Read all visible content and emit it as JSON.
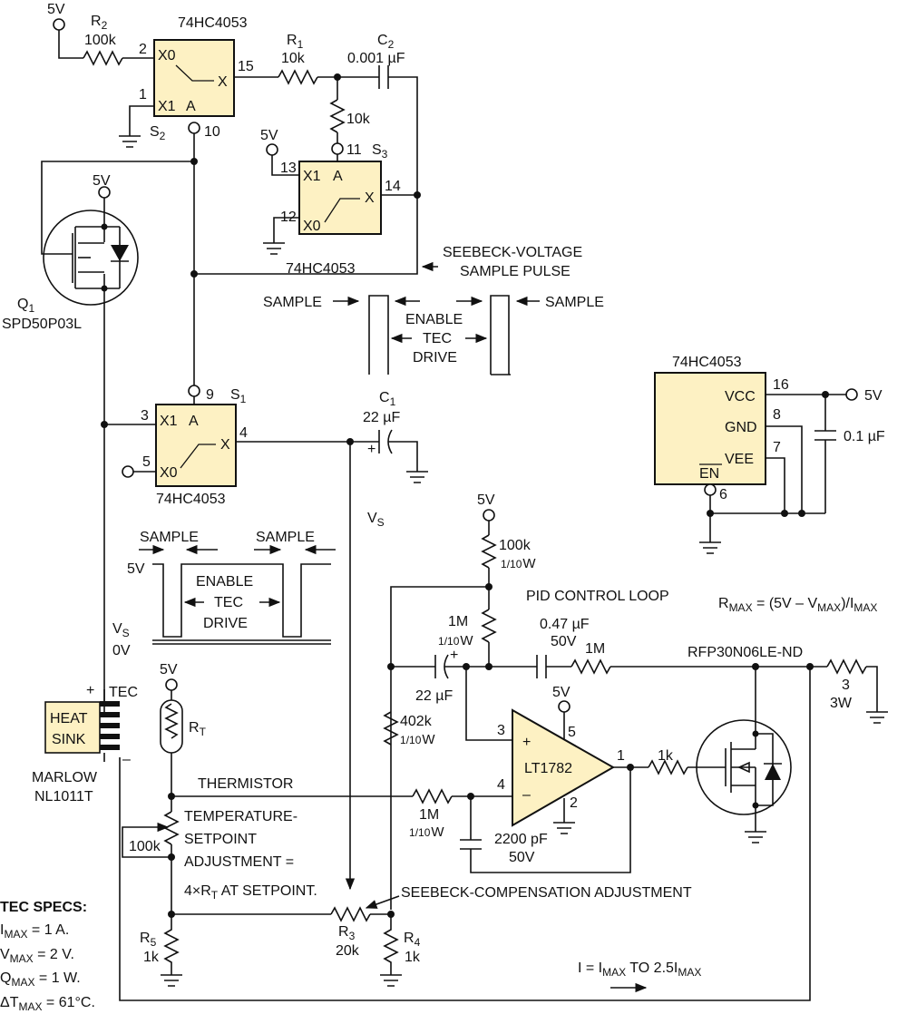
{
  "vcc": "5V",
  "r2": {
    "name": "R",
    "sub": "2",
    "value": "100k"
  },
  "s2": {
    "part": "74HC4053",
    "x0": "X0",
    "x1": "X1",
    "a": "A",
    "x": "X",
    "pin_x0": "2",
    "pin_x1": "1",
    "pin_x": "15",
    "pin_a": "10",
    "name": "S",
    "sub": "2"
  },
  "r1": {
    "name": "R",
    "sub": "1",
    "value": "10k"
  },
  "c2": {
    "name": "C",
    "sub": "2",
    "value": "0.001 µF"
  },
  "r_10k": {
    "value": "10k"
  },
  "s3": {
    "part": "74HC4053",
    "x0": "X0",
    "x1": "X1",
    "a": "A",
    "x": "X",
    "pin_a": "11",
    "pin_x1": "13",
    "pin_x0": "12",
    "pin_x": "14",
    "name": "S",
    "sub": "3"
  },
  "seebeck_pulse": {
    "line1": "SEEBECK-VOLTAGE",
    "line2": "SAMPLE PULSE"
  },
  "timing1": {
    "sample": "SAMPLE",
    "enable": "ENABLE",
    "tec": "TEC",
    "drive": "DRIVE"
  },
  "q1": {
    "name": "Q",
    "sub": "1",
    "part": "SPD50P03L"
  },
  "s1": {
    "part": "74HC4053",
    "x0": "X0",
    "x1": "X1",
    "a": "A",
    "x": "X",
    "pin_a": "9",
    "pin_x1": "3",
    "pin_x0": "5",
    "pin_x": "4",
    "name": "S",
    "sub": "1"
  },
  "c1": {
    "name": "C",
    "sub": "1",
    "value": "22 µF",
    "plus": "+"
  },
  "vs": {
    "name": "V",
    "sub": "S"
  },
  "timing2": {
    "sample": "SAMPLE",
    "enable": "ENABLE",
    "tec": "TEC",
    "drive": "DRIVE",
    "high": "5V",
    "vs": "V",
    "vs_sub": "S",
    "low": "0V"
  },
  "pwr_chip": {
    "part": "74HC4053",
    "vcc": "VCC",
    "gnd": "GND",
    "vee": "VEE",
    "en": "EN",
    "pin_vcc": "16",
    "pin_gnd": "8",
    "pin_vee": "7",
    "pin_en": "6",
    "cap": "0.1 µF",
    "supply": "5V"
  },
  "pid": {
    "title": "PID CONTROL LOOP"
  },
  "r_pid_top": {
    "value": "100k",
    "rating_num": "1",
    "rating_den": "10",
    "rating_unit": "W"
  },
  "r_pid_1m": {
    "value": "1M",
    "rating_num": "1",
    "rating_den": "10",
    "rating_unit": "W"
  },
  "c_047": {
    "value": "0.47 µF",
    "voltage": "50V"
  },
  "r_pid_1m_b": {
    "value": "1M"
  },
  "rmax": {
    "text_a": "R",
    "sub_a": "MAX",
    "text_b": " = (5V – V",
    "sub_b": "MAX",
    "text_c": ")/I",
    "sub_c": "MAX"
  },
  "mosfet2": {
    "part": "RFP30N06LE-ND"
  },
  "r3w": {
    "value": "3",
    "power": "3W"
  },
  "c_22": {
    "value": "22 µF",
    "plus": "+"
  },
  "r_402k": {
    "value": "402k",
    "rating_num": "1",
    "rating_den": "10",
    "rating_unit": "W"
  },
  "opamp": {
    "part": "LT1782",
    "pin_in_p": "3",
    "pin_in_n": "4",
    "pin_vcc": "5",
    "pin_gnd": "2",
    "pin_out": "1",
    "plus": "+",
    "minus": "–"
  },
  "r_1k_gate": {
    "value": "1k"
  },
  "tec": {
    "label": "TEC",
    "plus": "+",
    "minus": "–",
    "heatsink_1": "HEAT",
    "heatsink_2": "SINK",
    "maker": "MARLOW",
    "part": "NL1011T"
  },
  "rt": {
    "name": "R",
    "sub": "T"
  },
  "thermistor": {
    "label": "THERMISTOR"
  },
  "r_1m_in": {
    "value": "1M",
    "rating_num": "1",
    "rating_den": "10",
    "rating_unit": "W"
  },
  "c_2200": {
    "value": "2200 pF",
    "voltage": "50V"
  },
  "setpoint": {
    "line1": "TEMPERATURE-",
    "line2": "SETPOINT",
    "line3": "ADJUSTMENT =",
    "line4": "4×R",
    "line4_sub": "T",
    "line4_end": " AT SETPOINT.",
    "pot": "100k"
  },
  "seebeck_adj": {
    "label": "SEEBECK-COMPENSATION ADJUSTMENT"
  },
  "r3": {
    "name": "R",
    "sub": "3",
    "value": "20k"
  },
  "r4": {
    "name": "R",
    "sub": "4",
    "value": "1k"
  },
  "r5": {
    "name": "R",
    "sub": "5",
    "value": "1k"
  },
  "current": {
    "text_a": "I = I",
    "sub_a": "MAX",
    "text_b": " TO 2.5I",
    "sub_b": "MAX"
  },
  "specs": {
    "title": "TEC SPECS:",
    "imax": "I",
    "imax_sub": "MAX",
    "imax_val": " = 1 A.",
    "vmax": "V",
    "vmax_sub": "MAX",
    "vmax_val": " = 2 V.",
    "qmax": "Q",
    "qmax_sub": "MAX",
    "qmax_val": " = 1 W.",
    "dtmax": "ΔT",
    "dtmax_sub": "MAX",
    "dtmax_val": " = 61°C."
  }
}
